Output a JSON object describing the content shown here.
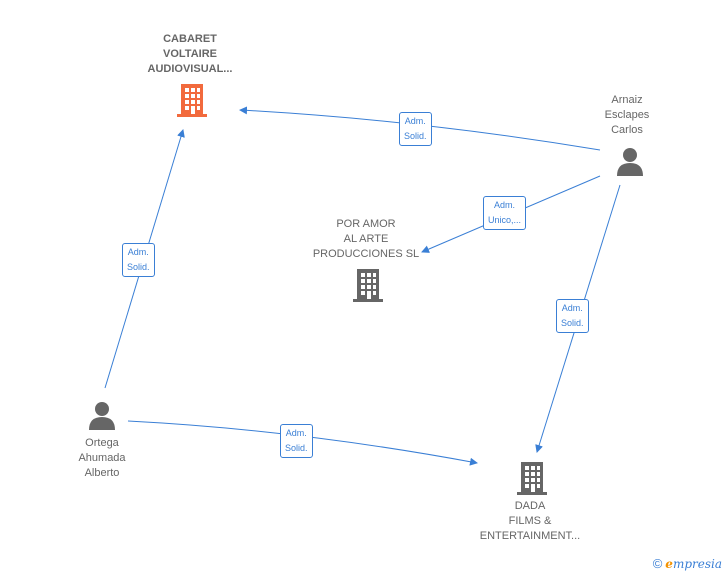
{
  "nodes": {
    "cabaret": {
      "label": "CABARET\nVOLTAIRE\nAUDIOVISUAL...",
      "icon": "building-icon",
      "color": "#f26a3d"
    },
    "poramor": {
      "label": "POR AMOR\nAL ARTE\nPRODUCCIONES SL",
      "icon": "building-icon",
      "color": "#666666"
    },
    "dada": {
      "label": "DADA\nFILMS &\nENTERTAINMENT...",
      "icon": "building-icon",
      "color": "#666666"
    },
    "arnaiz": {
      "label": "Arnaiz\nEsclapes\nCarlos",
      "icon": "person-icon",
      "color": "#666666"
    },
    "ortega": {
      "label": "Ortega\nAhumada\nAlberto",
      "icon": "person-icon",
      "color": "#666666"
    }
  },
  "edges": [
    {
      "from": "arnaiz",
      "to": "cabaret",
      "label": "Adm.\nSolid."
    },
    {
      "from": "arnaiz",
      "to": "poramor",
      "label": "Adm.\nUnico,..."
    },
    {
      "from": "arnaiz",
      "to": "dada",
      "label": "Adm.\nSolid."
    },
    {
      "from": "ortega",
      "to": "cabaret",
      "label": "Adm.\nSolid."
    },
    {
      "from": "ortega",
      "to": "dada",
      "label": "Adm.\nSolid."
    }
  ],
  "colors": {
    "edge": "#3a7fd5"
  },
  "brand": {
    "copyright": "©",
    "e": "e",
    "rest": "mpresia"
  }
}
